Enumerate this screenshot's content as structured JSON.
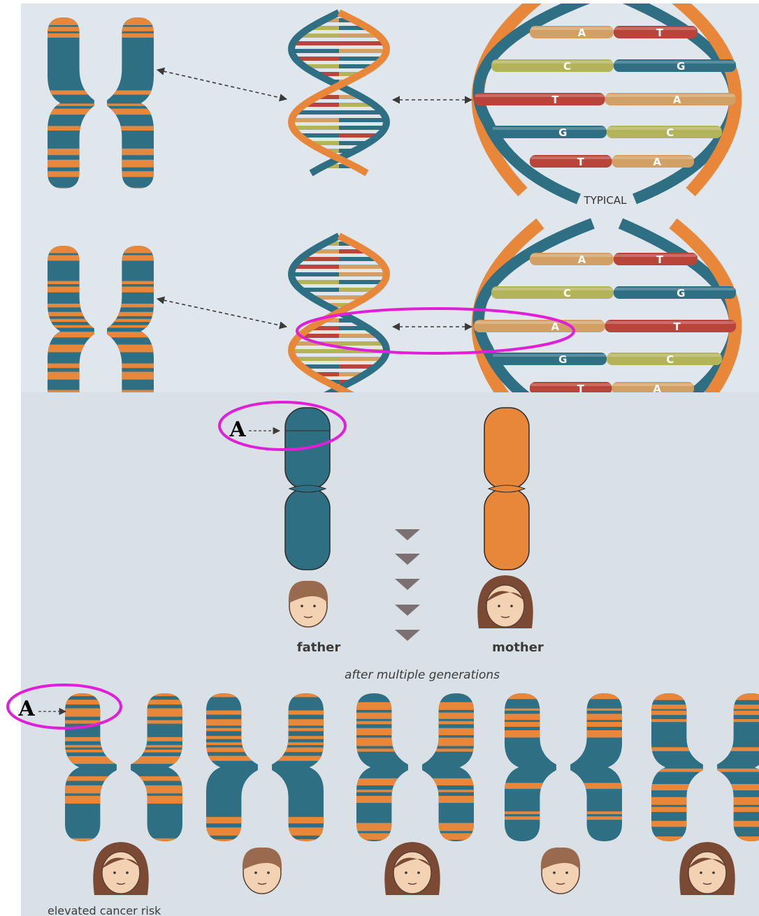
{
  "colors": {
    "panel_top": "#dfe6ec",
    "panel_bottom": "#d9e1e7",
    "teal": "#2f6f84",
    "orange": "#e8873a",
    "red_base": "#b8443a",
    "olive_base": "#b3b35a",
    "tan_base": "#d2a064",
    "highlight": "#e020d8",
    "arrow": "#3a3a3a"
  },
  "typical_pairs": [
    {
      "left": "A",
      "right": "T"
    },
    {
      "left": "C",
      "right": "G"
    },
    {
      "left": "T",
      "right": "A"
    },
    {
      "left": "G",
      "right": "C"
    },
    {
      "left": "T",
      "right": "A"
    }
  ],
  "variant_pairs": [
    {
      "left": "A",
      "right": "T"
    },
    {
      "left": "C",
      "right": "G"
    },
    {
      "left": "A",
      "right": "T"
    },
    {
      "left": "G",
      "right": "C"
    },
    {
      "left": "T",
      "right": "A"
    }
  ],
  "labels": {
    "typical": "TYPICAL",
    "father": "father",
    "mother": "mother",
    "after_generations": "after multiple generations",
    "elevated_risk": "elevated cancer risk",
    "marker_top": "A",
    "marker_bottom": "A"
  },
  "parents": [
    {
      "role": "father",
      "chromosome_color": "teal"
    },
    {
      "role": "mother",
      "chromosome_color": "orange"
    }
  ],
  "descendants": [
    {
      "face": "female"
    },
    {
      "face": "male"
    },
    {
      "face": "female"
    },
    {
      "face": "male"
    },
    {
      "face": "female"
    }
  ],
  "icons": [
    "chromosome-icon",
    "dna-helix-icon",
    "base-pair-closeup-icon",
    "down-triangle-icon",
    "face-icon"
  ]
}
